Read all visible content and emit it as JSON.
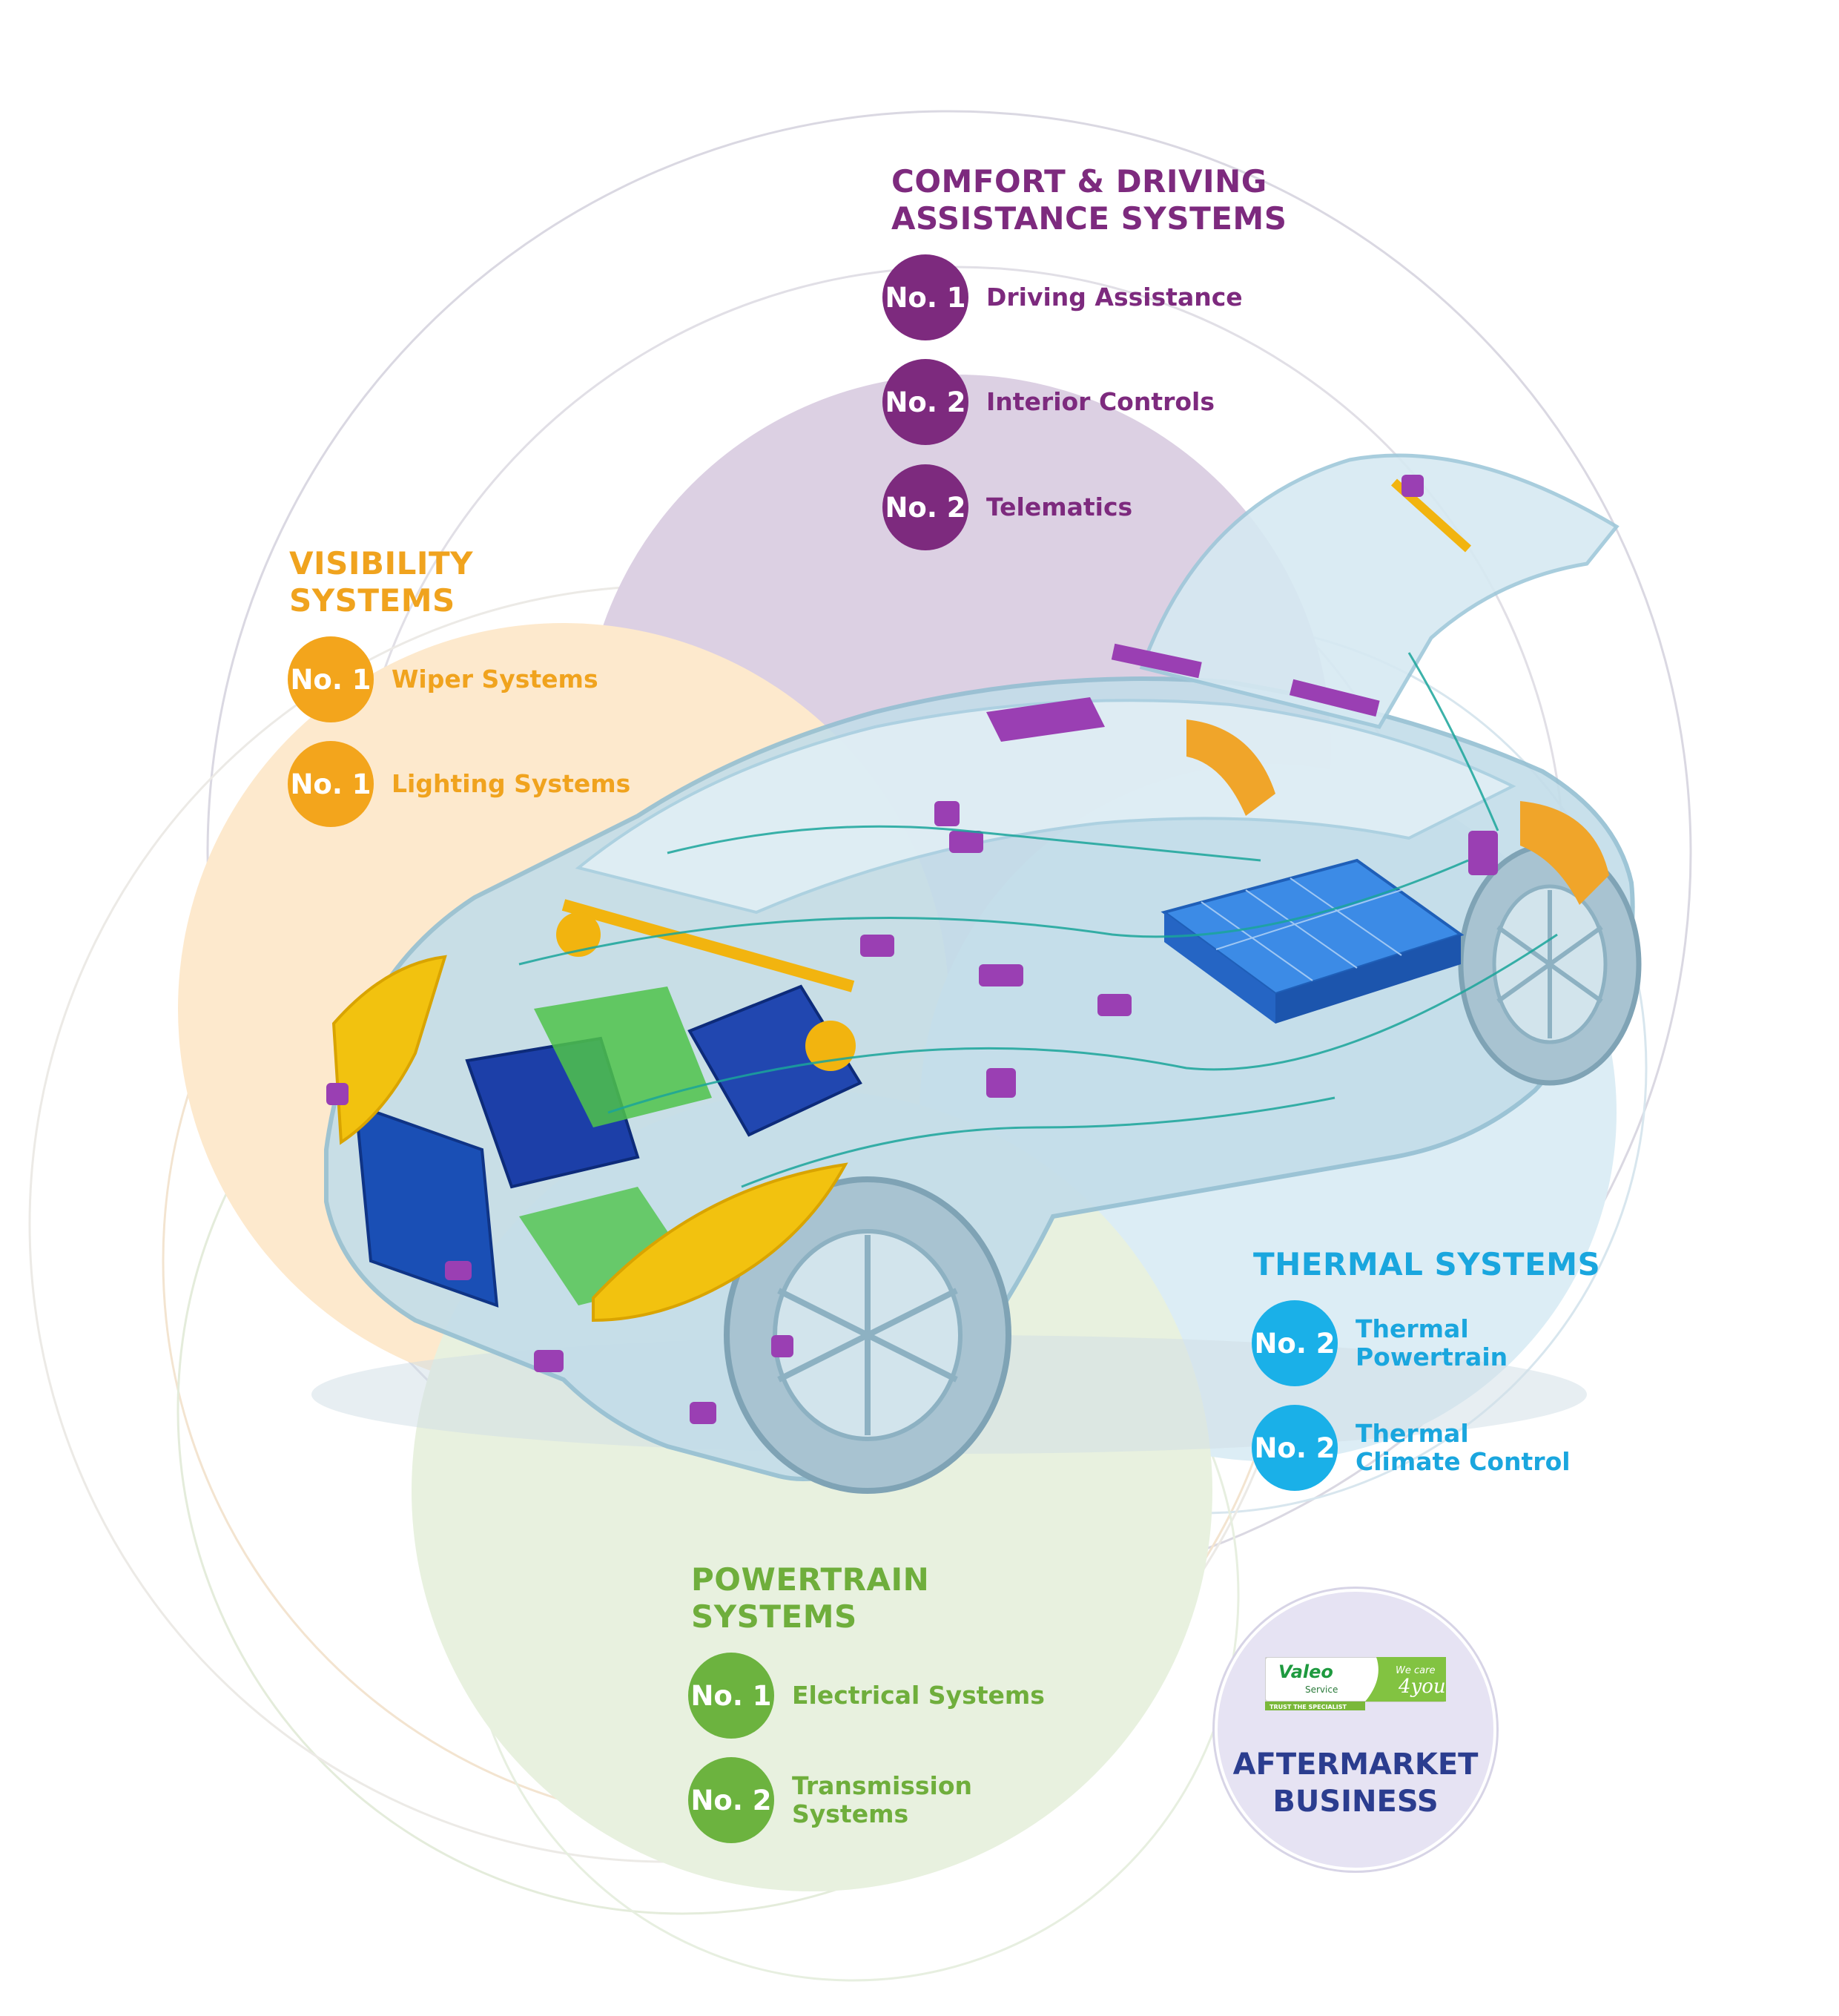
{
  "categories": {
    "comfort": {
      "heading": "COMFORT & DRIVING\nASSISTANCE SYSTEMS",
      "color": "#7d2a7e",
      "items": [
        {
          "rank": "No. 1",
          "label": "Driving Assistance"
        },
        {
          "rank": "No. 2",
          "label": "Interior Controls"
        },
        {
          "rank": "No. 2",
          "label": "Telematics"
        }
      ]
    },
    "visibility": {
      "heading": "VISIBILITY\nSYSTEMS",
      "color": "#f3a51c",
      "items": [
        {
          "rank": "No. 1",
          "label": "Wiper Systems"
        },
        {
          "rank": "No. 1",
          "label": "Lighting Systems"
        }
      ]
    },
    "thermal": {
      "heading": "THERMAL SYSTEMS",
      "color": "#1ab0e8",
      "items": [
        {
          "rank": "No. 2",
          "label": "Thermal\nPowertrain"
        },
        {
          "rank": "No. 2",
          "label": "Thermal\nClimate Control"
        }
      ]
    },
    "powertrain": {
      "heading": "POWERTRAIN\nSYSTEMS",
      "color": "#6cb33f",
      "items": [
        {
          "rank": "No. 1",
          "label": "Electrical Systems"
        },
        {
          "rank": "No. 2",
          "label": "Transmission\nSystems"
        }
      ]
    }
  },
  "aftermarket": {
    "title": "AFTERMARKET\nBUSINESS",
    "logo": {
      "brand": "Valeo",
      "sub": "Service",
      "tagline": "TRUST THE SPECIALIST",
      "slogan_top": "We care",
      "slogan_bottom": "4you"
    }
  },
  "colors": {
    "comfort_bg": "#dcd0e3",
    "visibility_bg": "#fde9cd",
    "thermal_bg": "#dcedf5",
    "powertrain_bg": "#e8f1df",
    "aftermarket_bg": "#e6e3f3",
    "car_body": "#b9d8e6",
    "engine_blue": "#1a4fb5",
    "highlight_yellow": "#f2c20f",
    "part_purple": "#9a3fb3",
    "wire_teal": "#1aa59a",
    "battery_blue": "#2f7fe0"
  }
}
